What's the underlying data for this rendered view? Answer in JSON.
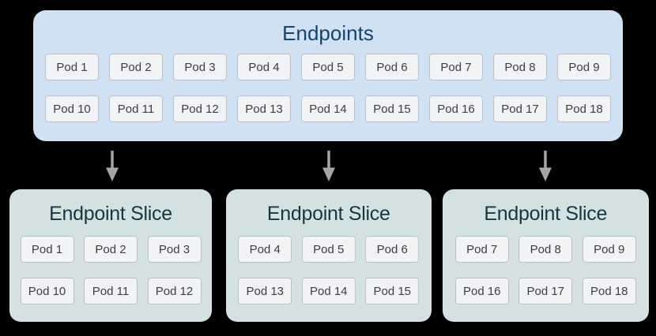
{
  "colors": {
    "background": "#000000",
    "endpoints_box_bg": "#cfe1f3",
    "endpoints_title": "#14446e",
    "slice_box_bg": "#d3e1e3",
    "slice_title": "#163741",
    "pod_bg": "#f1f3f4",
    "pod_border": "#bdc1c6",
    "pod_text": "#3c4043",
    "arrow": "#a5a5a5"
  },
  "endpoints": {
    "title": "Endpoints",
    "rows": [
      [
        "Pod 1",
        "Pod 2",
        "Pod 3",
        "Pod 4",
        "Pod 5",
        "Pod 6",
        "Pod 7",
        "Pod 8",
        "Pod 9"
      ],
      [
        "Pod 10",
        "Pod 11",
        "Pod 12",
        "Pod 13",
        "Pod 14",
        "Pod 15",
        "Pod 16",
        "Pod 17",
        "Pod 18"
      ]
    ]
  },
  "slices": [
    {
      "title": "Endpoint Slice",
      "rows": [
        [
          "Pod 1",
          "Pod 2",
          "Pod 3"
        ],
        [
          "Pod 10",
          "Pod 11",
          "Pod 12"
        ]
      ]
    },
    {
      "title": "Endpoint Slice",
      "rows": [
        [
          "Pod 4",
          "Pod 5",
          "Pod 6"
        ],
        [
          "Pod 13",
          "Pod 14",
          "Pod 15"
        ]
      ]
    },
    {
      "title": "Endpoint Slice",
      "rows": [
        [
          "Pod 7",
          "Pod 8",
          "Pod 9"
        ],
        [
          "Pod 16",
          "Pod 17",
          "Pod 18"
        ]
      ]
    }
  ]
}
